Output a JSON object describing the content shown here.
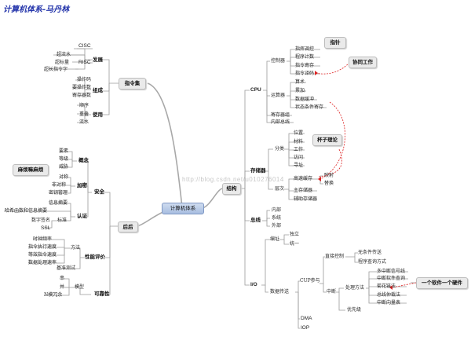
{
  "title": "计算机体系-马丹林",
  "watermark": "http://blog.csdn.net/u010276014",
  "root": "计算机体系",
  "labels": {
    "zhilingji": "指令集",
    "fazhan": "发展",
    "cisc": "CISC",
    "risc": "RISC",
    "chaoliushui": "超流水",
    "chaobiaoliang": "超标量",
    "chaochang": "超长指令字",
    "zucheng": "组成",
    "caozuoma": "操作码",
    "juji": "要操作数",
    "cunchu": "寄存器数",
    "shiyong": "使用",
    "shunxu": "顺序",
    "chongdie": "重叠",
    "liushui": "流水",
    "houqi": "后后",
    "anquan": "安全",
    "gainian": "概念",
    "yaosu": "要素",
    "dengji": "等级",
    "weixie": "威胁",
    "jiami": "加密",
    "duicheng": "对称",
    "feiduicheng": "非对称",
    "miyao": "密钥管理",
    "renzheng": "认证",
    "xinxi": "信息摘要",
    "hash": "哈希函数和信息摘要",
    "shuzi": "数字签名",
    "biaozhun": "标准",
    "ssl": "SSL",
    "xingneng": "性能评价",
    "fangfa": "方法",
    "shizhong": "时钟频率",
    "zhixing": "指令执行速度",
    "dengxiao": "等效指令速度",
    "shuju": "数据处理速率",
    "jizhun": "基准测试",
    "kekao": "可靠性",
    "moxing": "模型",
    "chuan": "串",
    "bing": "并",
    "ncx": "N模冗余",
    "mafanbox": "麻烦嘛麻烦",
    "jiegou": "结构",
    "cpu": "CPU",
    "kongzhiqi": "控制器",
    "zhidao": "指挥调控",
    "chengxu": "程序计数",
    "zhilingjicun": "指令寄存",
    "zhilingyima": "指令译码",
    "yunsuanqi": "运算器",
    "suanshu": "算术",
    "luoji": "累加",
    "shujuhuanchong": "数据缓冲",
    "zhuangtai": "状态条件寄存",
    "jicunqi": "寄存器组",
    "neibu": "内部总线",
    "zhizhen": "指针",
    "xietong": "协同工作",
    "cunchuqi": "存储器",
    "fenlei": "分类",
    "weizhi": "位置",
    "cailiao": "材料",
    "gongzuo": "工作",
    "fangwen": "访问",
    "xunzhi": "寻址",
    "beizi": "杯子理论",
    "cengci": "层次",
    "gaosu": "高速缓存",
    "zhucun": "主存储器",
    "fuzhu": "辅助存储器",
    "yingshe": "映射",
    "tihuan": "替换",
    "zongxian": "总线",
    "neibu2": "内部",
    "xitong": "系统",
    "waibu": "外部",
    "io": "I/O",
    "bianzhi": "编址",
    "duli": "独立",
    "tongyi": "统一",
    "shujuchuansong": "数据传送",
    "cupcanyu": "CUP参与",
    "zhijie": "直接控制",
    "wutiaojian": "无条件传送",
    "chaxun": "程序查询方式",
    "zhongduan": "中断",
    "chulifangfa": "处理方法",
    "duozhong": "多中断信号线",
    "ruanjian": "中断软件查询",
    "luolian": "菊花链法",
    "zongxianzhongcai": "总线仲裁法",
    "xiangliang": "中断向量表",
    "youxianji": "优先级",
    "dma": "DMA",
    "iop": "IOP",
    "yigeruan": "一个软件一个硬件"
  },
  "colors": {
    "title": "#2233aa",
    "line": "#9a9a9a",
    "arrow": "#dd2222",
    "root_top": "#cfdcf0",
    "root_bottom": "#a7bde0"
  }
}
